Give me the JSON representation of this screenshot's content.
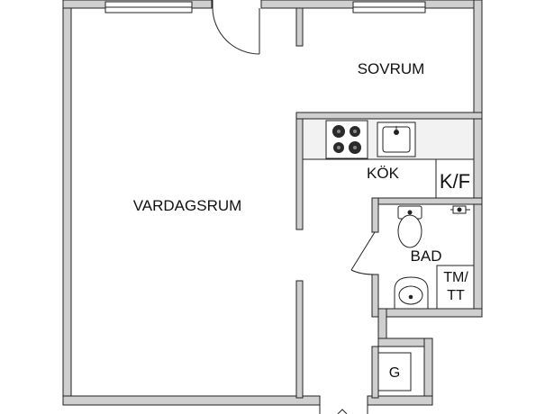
{
  "rooms": {
    "living": "VARDAGSRUM",
    "bedroom": "SOVRUM",
    "kitchen": "KÖK",
    "bath": "BAD",
    "closet": "K/F",
    "laundry_line1": "TM/",
    "laundry_line2": "TT",
    "storage": "G"
  },
  "colors": {
    "wall_fill": "#cfcfcf",
    "wall_stroke": "#222222",
    "floor": "#ffffff",
    "counter": "#f2f2f2"
  },
  "icons": {
    "stove": "stove-icon",
    "sink": "kitchen-sink-icon",
    "toilet": "toilet-icon",
    "washbasin": "washbasin-icon",
    "faucet": "faucet-icon"
  }
}
